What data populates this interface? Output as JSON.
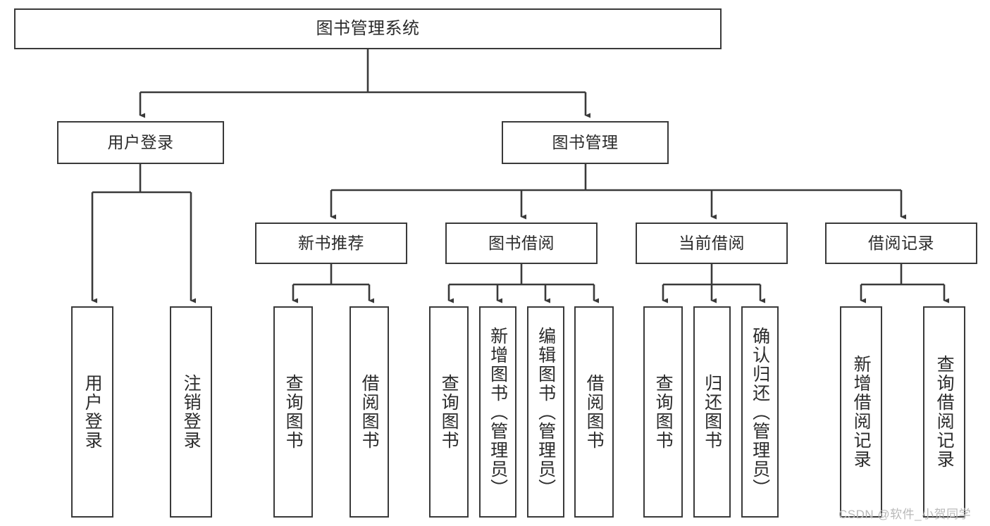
{
  "diagram": {
    "title": "图书管理系统",
    "type": "tree",
    "stroke_color": "#3a3a3a",
    "fill_color": "#ffffff",
    "text_color": "#2b2b2b",
    "nodes": {
      "root": {
        "label": "图书管理系统"
      },
      "level1": [
        {
          "id": "user_login",
          "label": "用户登录"
        },
        {
          "id": "book_manage",
          "label": "图书管理"
        }
      ],
      "level2": [
        {
          "id": "new_book_rec",
          "label": "新书推荐"
        },
        {
          "id": "book_borrow",
          "label": "图书借阅"
        },
        {
          "id": "current_borrow",
          "label": "当前借阅"
        },
        {
          "id": "borrow_record",
          "label": "借阅记录"
        }
      ],
      "leaves": [
        {
          "id": "leaf_user_login",
          "label": "用户登录",
          "parent": "user_login"
        },
        {
          "id": "leaf_logout",
          "label": "注销登录",
          "parent": "user_login"
        },
        {
          "id": "leaf_query_book_1",
          "label": "查询图书",
          "parent": "new_book_rec"
        },
        {
          "id": "leaf_borrow_book_1",
          "label": "借阅图书",
          "parent": "new_book_rec"
        },
        {
          "id": "leaf_query_book_2",
          "label": "查询图书",
          "parent": "book_borrow"
        },
        {
          "id": "leaf_add_book",
          "label": "新增图书（管理员）",
          "parent": "book_borrow"
        },
        {
          "id": "leaf_edit_book",
          "label": "编辑图书（管理员）",
          "parent": "book_borrow"
        },
        {
          "id": "leaf_borrow_book_2",
          "label": "借阅图书",
          "parent": "book_borrow"
        },
        {
          "id": "leaf_query_book_3",
          "label": "查询图书",
          "parent": "current_borrow"
        },
        {
          "id": "leaf_return_book",
          "label": "归还图书",
          "parent": "current_borrow"
        },
        {
          "id": "leaf_confirm_return",
          "label": "确认归还（管理员）",
          "parent": "current_borrow"
        },
        {
          "id": "leaf_add_record",
          "label": "新增借阅记录",
          "parent": "borrow_record"
        },
        {
          "id": "leaf_query_record",
          "label": "查询借阅记录",
          "parent": "borrow_record"
        }
      ]
    }
  },
  "watermark": {
    "text": "CSDN @软件_小贺同学"
  }
}
